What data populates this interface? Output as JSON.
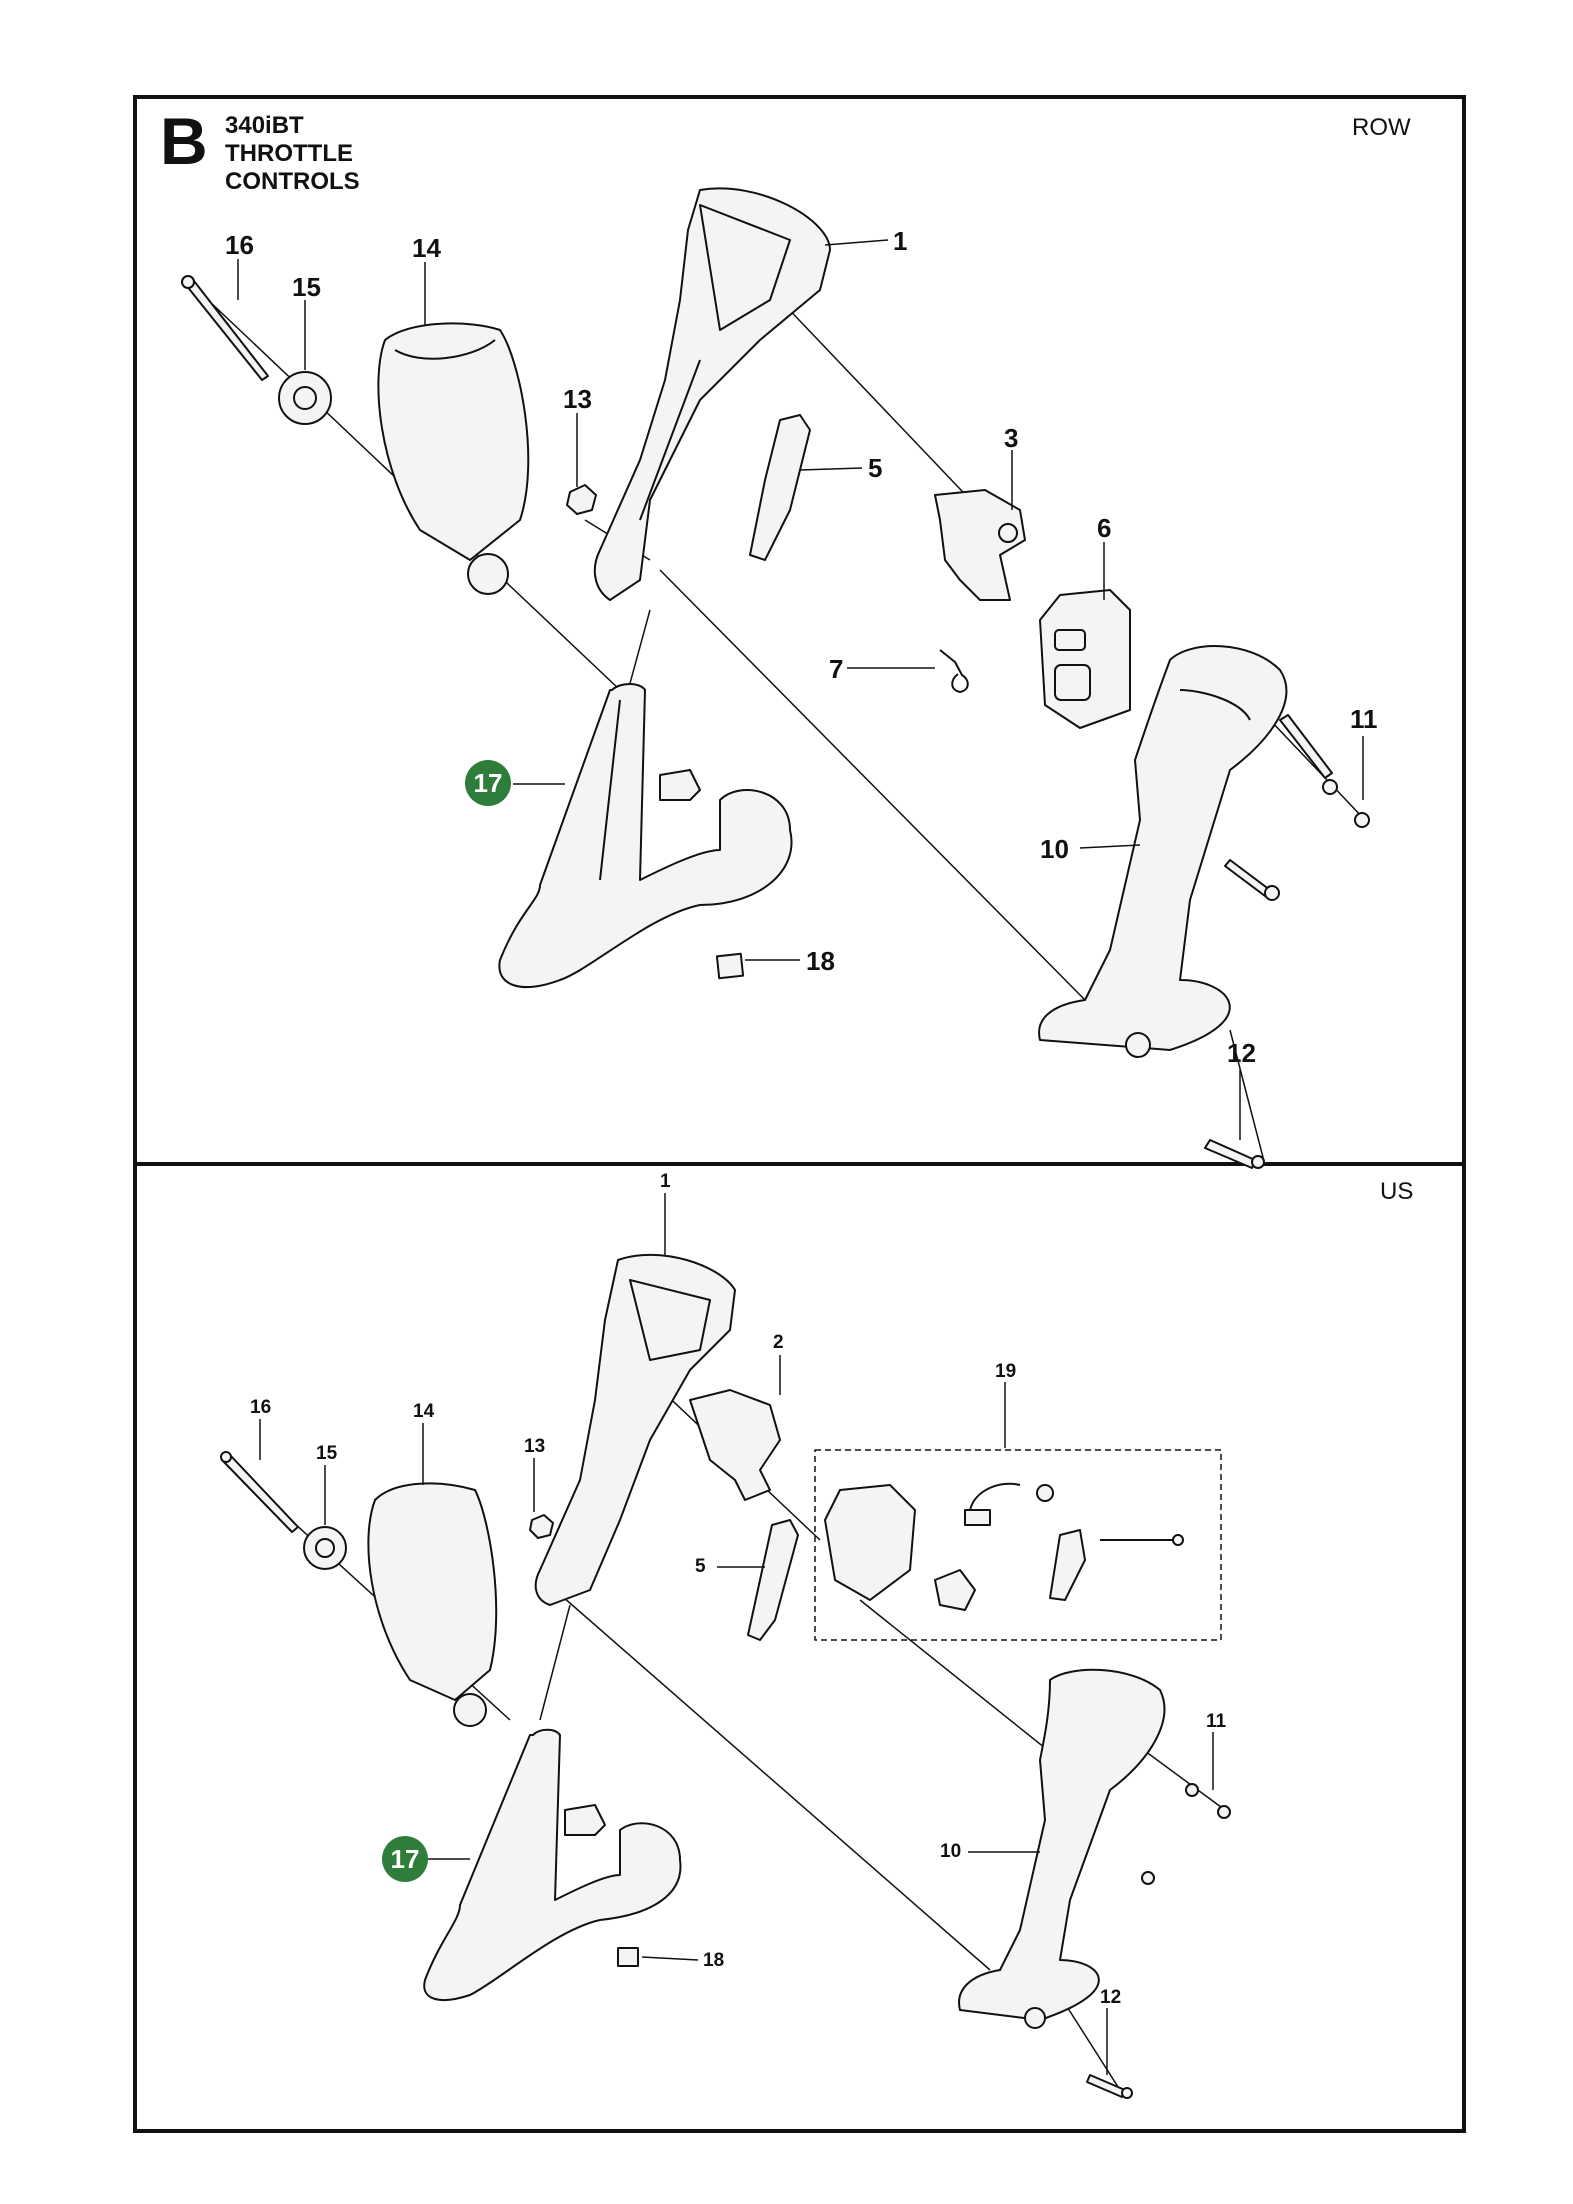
{
  "header": {
    "section_letter": "B",
    "model": "340iBT",
    "title": "THROTTLE CONTROLS"
  },
  "panels": {
    "row": {
      "region": "ROW",
      "callouts": [
        "1",
        "3",
        "5",
        "6",
        "7",
        "10",
        "11",
        "12",
        "13",
        "14",
        "15",
        "16",
        "17",
        "18"
      ]
    },
    "us": {
      "region": "US",
      "callouts": [
        "1",
        "2",
        "5",
        "10",
        "11",
        "12",
        "13",
        "14",
        "15",
        "16",
        "17",
        "18",
        "19"
      ]
    }
  },
  "colors": {
    "highlight_badge": "#2f7d3a",
    "line": "#111111",
    "part_fill": "#f4f4f4"
  }
}
